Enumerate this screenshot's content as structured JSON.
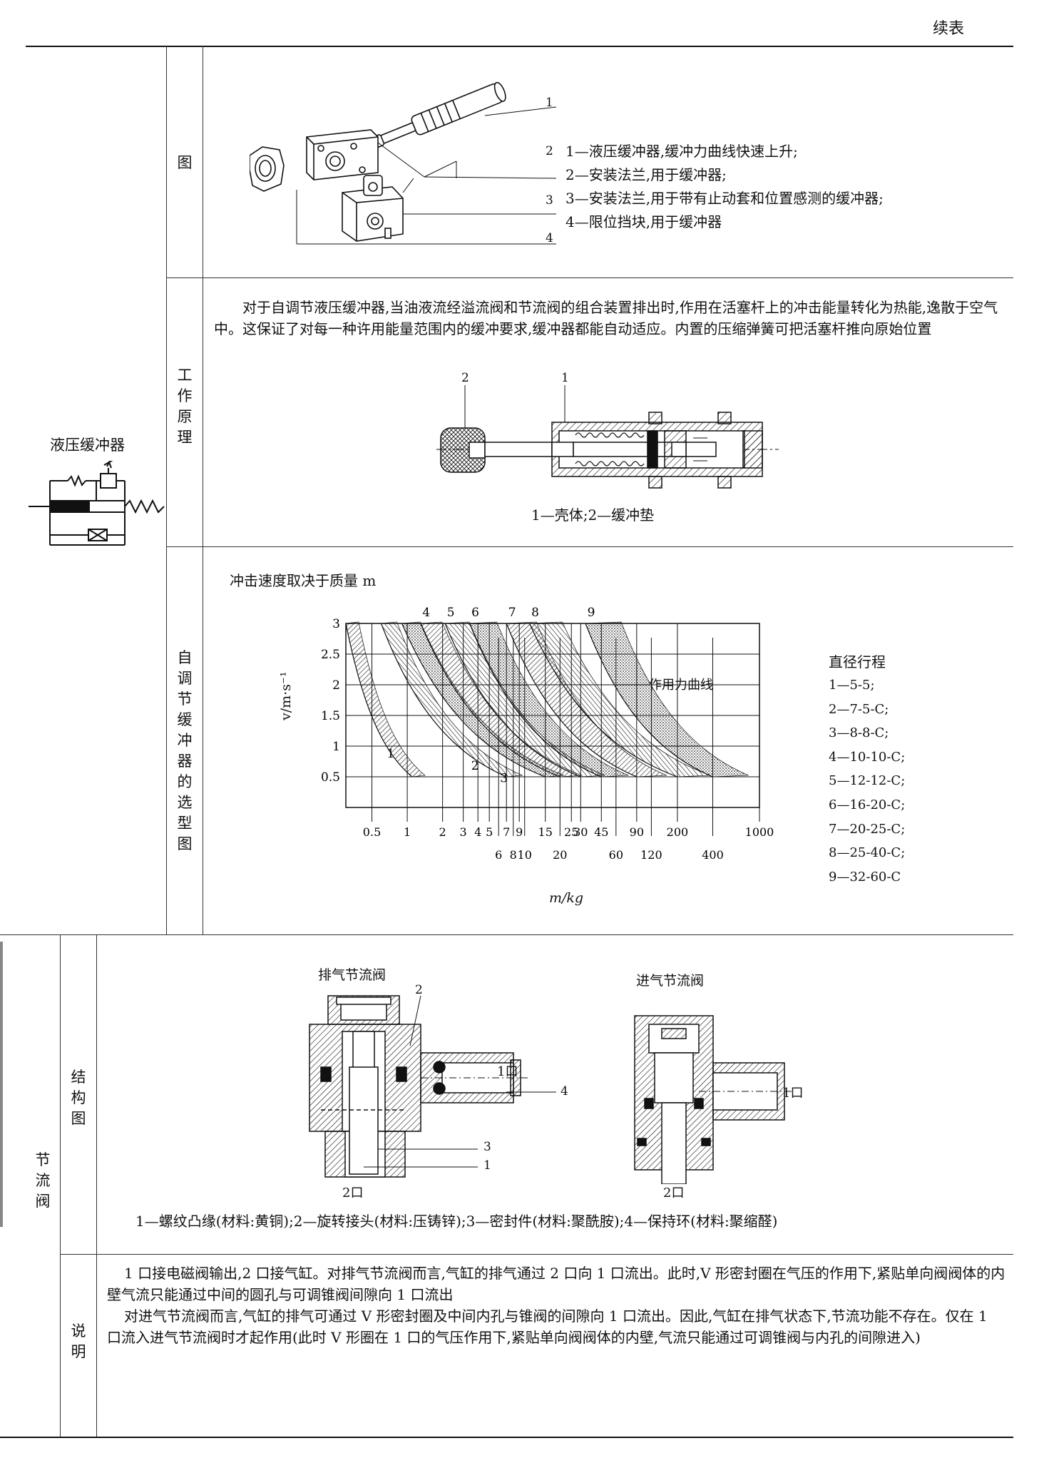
{
  "header": {
    "continued": "续表"
  },
  "hydraulic": {
    "name": "液压缓冲器",
    "figure_label": "图",
    "figure_legend": [
      "1—液压缓冲器,缓冲力曲线快速上升;",
      "2—安装法兰,用于缓冲器;",
      "3—安装法兰,用于带有止动套和位置感测的缓冲器;",
      "4—限位挡块,用于缓冲器"
    ],
    "figure_callouts": [
      "1",
      "2",
      "3",
      "4"
    ],
    "principle_label": "工作原理",
    "principle_text": "对于自调节液压缓冲器,当油液流经溢流阀和节流阀的组合装置排出时,作用在活塞杆上的冲击能量转化为热能,逸散于空气中。这保证了对每一种许用能量范围内的缓冲要求,缓冲器都能自动适应。内置的压缩弹簧可把活塞杆推向原始位置",
    "principle_callouts": [
      "2",
      "1"
    ],
    "principle_caption": "1—壳体;2—缓冲垫",
    "selection_label": "自调节缓冲器的选型图",
    "selection_title": "冲击速度取决于质量 m"
  },
  "chart_data": {
    "type": "area",
    "title": "冲击速度取决于质量 m",
    "xlabel": "m/kg",
    "ylabel": "v/m·s⁻¹",
    "x_scale": "log",
    "xlim": [
      0.3,
      1000
    ],
    "ylim": [
      0,
      3
    ],
    "y_ticks": [
      "0.5",
      "1",
      "1.5",
      "2",
      "2.5",
      "3"
    ],
    "x_ticks_top": [
      "0.5",
      "1",
      "2",
      "3",
      "4",
      "5",
      "7",
      "9",
      "15",
      "25",
      "30",
      "45",
      "90",
      "200",
      "1000"
    ],
    "x_ticks_bottom": [
      "6",
      "8",
      "10",
      "20",
      "60",
      "120",
      "400"
    ],
    "curve_label": "作用力曲线",
    "legend_title": "直径行程",
    "series": [
      {
        "name": "1—5-5;",
        "label": "1",
        "m_at_3": 0.3,
        "m_min": 1.1
      },
      {
        "name": "2—7-5-C;",
        "label": "2",
        "m_at_3": 0.6,
        "m_min": 7
      },
      {
        "name": "3—8-8-C;",
        "label": "3",
        "m_at_3": 0.9,
        "m_min": 15
      },
      {
        "name": "4—10-10-C;",
        "label": "4",
        "m_at_3": 1.3,
        "m_min": 20
      },
      {
        "name": "5—12-12-C;",
        "label": "5",
        "m_at_3": 2.1,
        "m_min": 30
      },
      {
        "name": "6—16-20-C;",
        "label": "6",
        "m_at_3": 3.4,
        "m_min": 45
      },
      {
        "name": "7—20-25-C;",
        "label": "7",
        "m_at_3": 7,
        "m_min": 90
      },
      {
        "name": "8—25-40-C;",
        "label": "8",
        "m_at_3": 11,
        "m_min": 200
      },
      {
        "name": "9—32-60-C",
        "label": "9",
        "m_at_3": 33,
        "m_min": 400
      }
    ]
  },
  "throttle": {
    "name": "节流阀",
    "structure_label": "结构图",
    "exhaust_title": "排气节流阀",
    "intake_title": "进气节流阀",
    "port1": "1口",
    "port2": "2口",
    "exhaust_callouts": [
      "2",
      "4",
      "3",
      "1"
    ],
    "caption": "1—螺纹凸缘(材料:黄铜);2—旋转接头(材料:压铸锌);3—密封件(材料:聚酰胺);4—保持环(材料:聚缩醛)",
    "desc_label": "说明",
    "desc_p1": "1 口接电磁阀输出,2 口接气缸。对排气节流阀而言,气缸的排气通过 2 口向 1 口流出。此时,V 形密封圈在气压的作用下,紧贴单向阀阀体的内壁气流只能通过中间的圆孔与可调锥阀间隙向 1 口流出",
    "desc_p2": "对进气节流阀而言,气缸的排气可通过 V 形密封圈及中间内孔与锥阀的间隙向 1 口流出。因此,气缸在排气状态下,节流功能不存在。仅在 1 口流入进气节流阀时才起作用(此时 V 形圈在 1 口的气压作用下,紧贴单向阀阀体的内壁,气流只能通过可调锥阀与内孔的间隙进入)"
  }
}
